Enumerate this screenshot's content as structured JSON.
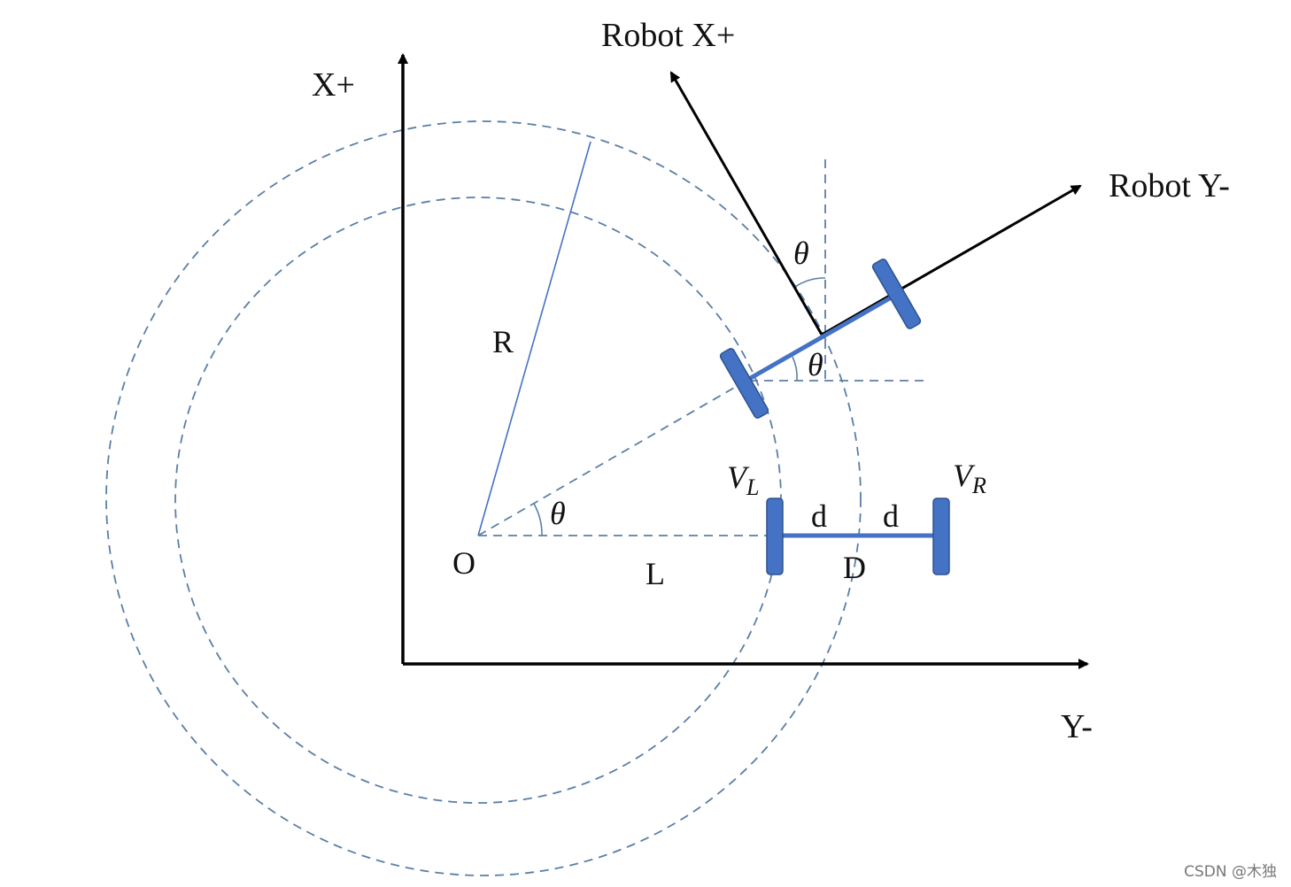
{
  "labels": {
    "world_x_axis": "X+",
    "world_y_axis": "Y-",
    "robot_x_axis": "Robot X+",
    "robot_y_axis": "Robot Y-",
    "radius": "R",
    "origin": "O",
    "length": "L",
    "midpoint": "D",
    "half_track_left": "d",
    "half_track_right": "d",
    "theta_top": "θ",
    "theta_mid": "θ",
    "theta_origin": "θ",
    "v_left_main": "V",
    "v_left_sub": "L",
    "v_right_main": "V",
    "v_right_sub": "R"
  },
  "watermark": "CSDN @木独",
  "colors": {
    "axis": "#000000",
    "dashed": "#5b7fa6",
    "wheel": "#4472c4",
    "wheel_edge": "#2f528f",
    "thin_line": "#4472c4"
  }
}
